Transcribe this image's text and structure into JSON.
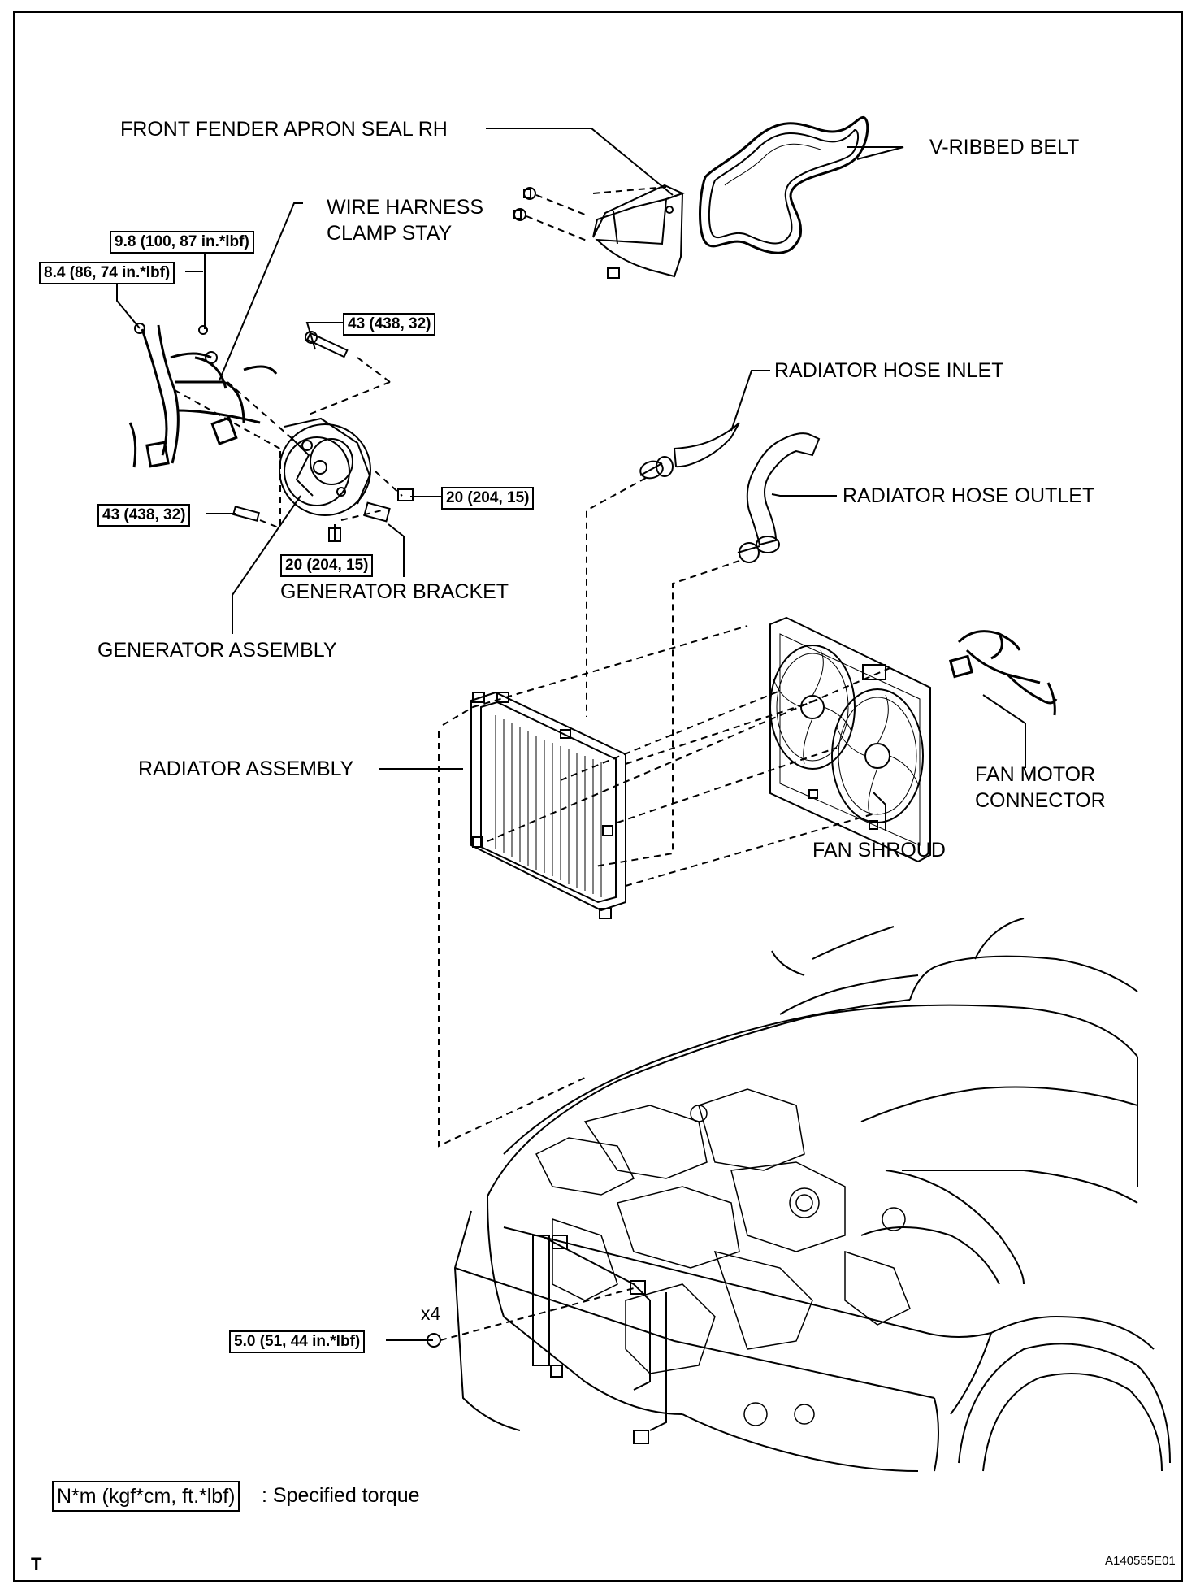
{
  "labels": {
    "front_fender_apron_seal": "FRONT FENDER APRON SEAL RH",
    "v_ribbed_belt": "V-RIBBED BELT",
    "wire_harness_clamp_stay_1": "WIRE HARNESS",
    "wire_harness_clamp_stay_2": "CLAMP STAY",
    "radiator_hose_inlet": "RADIATOR HOSE INLET",
    "radiator_hose_outlet": "RADIATOR HOSE OUTLET",
    "generator_bracket": "GENERATOR BRACKET",
    "generator_assembly": "GENERATOR ASSEMBLY",
    "radiator_assembly": "RADIATOR ASSEMBLY",
    "fan_motor_connector_1": "FAN MOTOR",
    "fan_motor_connector_2": "CONNECTOR",
    "fan_shroud": "FAN SHROUD",
    "quantity": "x4"
  },
  "torques": {
    "t1": "9.8 (100, 87 in.*lbf)",
    "t2": "8.4 (86, 74 in.*lbf)",
    "t3": "43 (438, 32)",
    "t4": "20 (204, 15)",
    "t5": "43 (438, 32)",
    "t6": "20 (204, 15)",
    "t7": "5.0 (51, 44 in.*lbf)"
  },
  "legend": {
    "unit": "N*m (kgf*cm, ft.*lbf)",
    "description": ": Specified torque"
  },
  "footer": {
    "left_mark": "T",
    "figure_id": "A140555E01"
  }
}
